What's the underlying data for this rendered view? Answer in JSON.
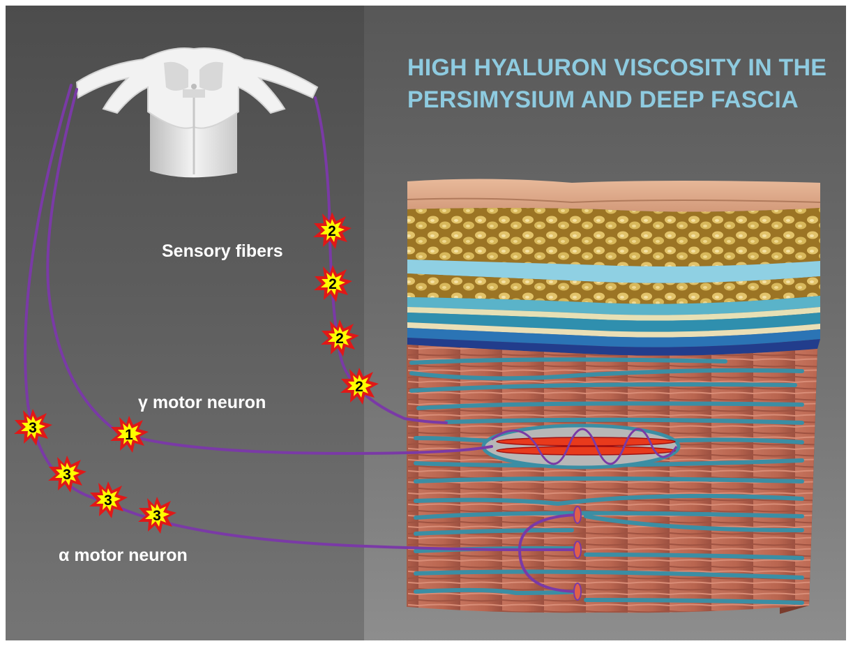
{
  "title": {
    "line1": "HIGH HYALURON VISCOSITY IN THE",
    "line2": "PERSIMYSIUM AND DEEP FASCIA"
  },
  "labels": {
    "sensory": "Sensory fibers",
    "gamma": "γ motor neuron",
    "alpha": "α motor neuron"
  },
  "markers": {
    "sensory": "2",
    "gamma": "1",
    "alpha": "3"
  },
  "colors": {
    "title": "#8ecbe0",
    "nerve": "#7a3aa6",
    "fascia_lines": "#3b8ea4",
    "burst_outer": "#e01818",
    "burst_inner": "#ffff00",
    "muscle": "#c06a55",
    "fat": "#c9a23a"
  }
}
